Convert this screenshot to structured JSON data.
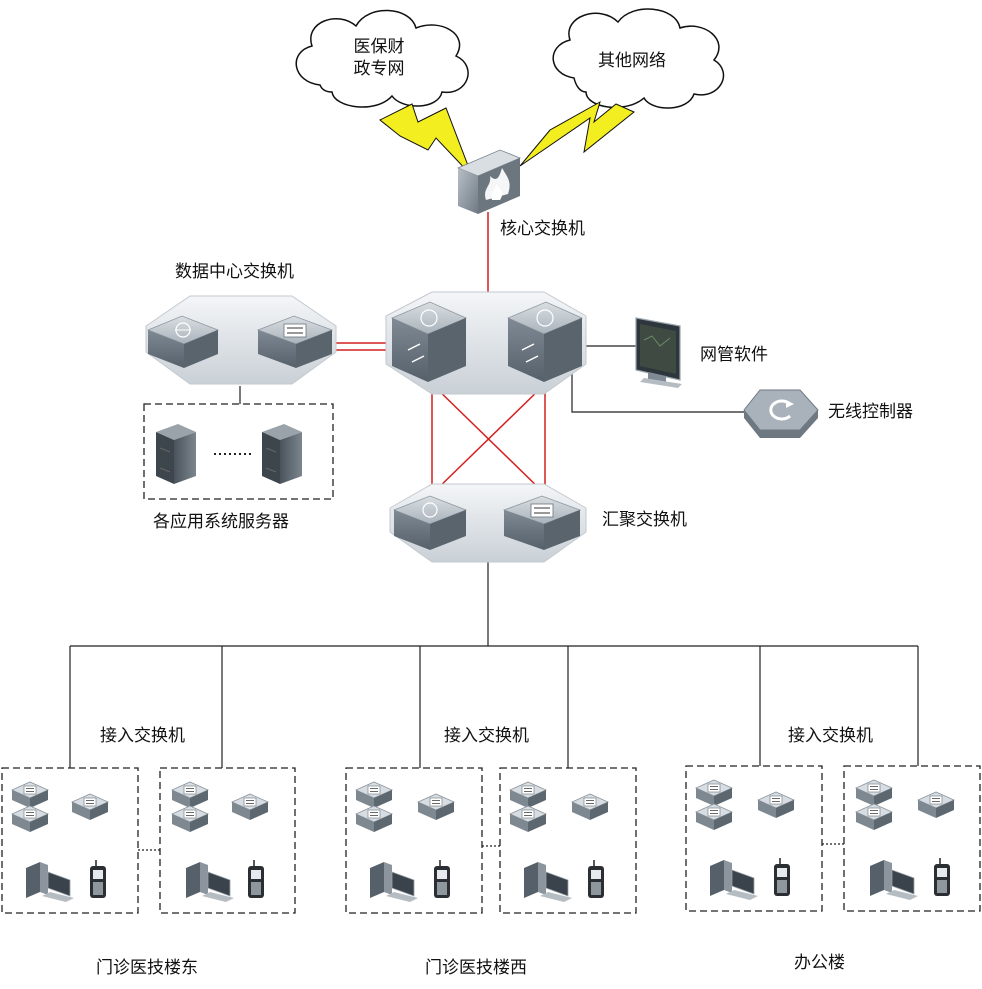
{
  "clouds": {
    "medical": "医保财\n政专网",
    "other": "其他网络"
  },
  "labels": {
    "core_switch": "核心交换机",
    "datacenter_switch": "数据中心交换机",
    "nms": "网管软件",
    "wireless_controller": "无线控制器",
    "servers": "各应用系统服务器",
    "aggregation_switch": "汇聚交换机",
    "access_switch": "接入交换机"
  },
  "buildings": [
    {
      "name": "门诊医技楼东",
      "access_label": "接入交换机"
    },
    {
      "name": "门诊医技楼西",
      "access_label": "接入交换机"
    },
    {
      "name": "办公楼",
      "access_label": "接入交换机"
    }
  ],
  "colors": {
    "link_red": "#d42020",
    "link_black": "#222222",
    "bolt_yellow": "#f2ee20",
    "device_gray": "#7d8891"
  },
  "icons": [
    "cloud-icon",
    "lightning-icon",
    "firewall-icon",
    "switch-icon",
    "server-icon",
    "monitor-icon",
    "pc-icon",
    "phone-icon",
    "wireless-controller-icon"
  ]
}
